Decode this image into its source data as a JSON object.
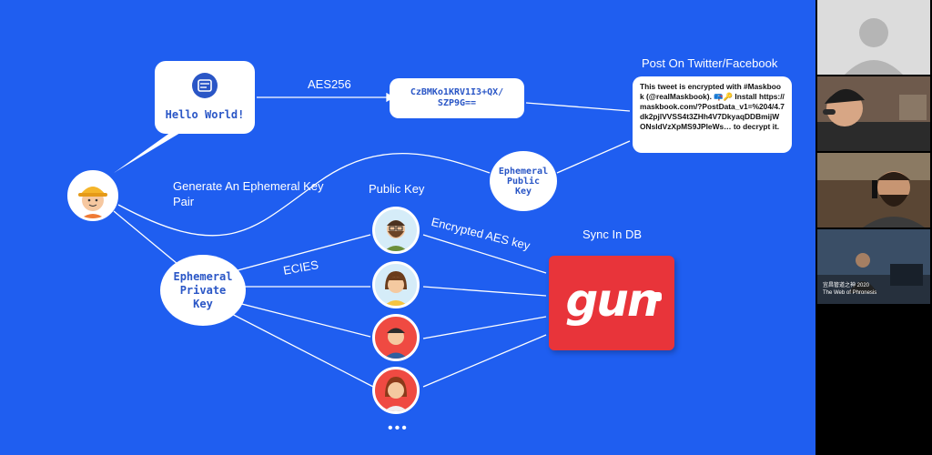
{
  "slide": {
    "hello_text": "Hello World!",
    "aes_label": "AES256",
    "ciphertext": "CzBMKo1KRV1I3+QX/\nSZP9G==",
    "post_title": "Post On Twitter/Facebook",
    "tweet_text": "This tweet is encrypted with #Maskbook (@realMaskbook). 📪🔑 Install https://maskbook.com/?PostData_v1=%204/4.7dk2pjlVVSS4t3ZHh4V7DkyaqDDBmijWONsldVzXpMS9JPleWs… to decrypt it.",
    "generate_label": "Generate An Ephemeral Key\nPair",
    "ephemeral_public_key": "Ephemeral\nPublic\nKey",
    "public_key_label": "Public Key",
    "encrypted_aes_label": "Encrypted AES key",
    "sync_label": "Sync In DB",
    "ecies_label": "ECIES",
    "ephemeral_private_key": "Ephemeral\nPrivate\nKey",
    "gun_logo_text": "gun",
    "more_dots": "•••"
  },
  "colors": {
    "slide_bg": "#1f5ef0",
    "gun_red": "#e8343a",
    "text_blue": "#2a56c6"
  },
  "participants": {
    "tile_count": 4,
    "caption_line1": "宜昌管道之神 2020",
    "caption_line2": "The Web of Phronesis"
  }
}
